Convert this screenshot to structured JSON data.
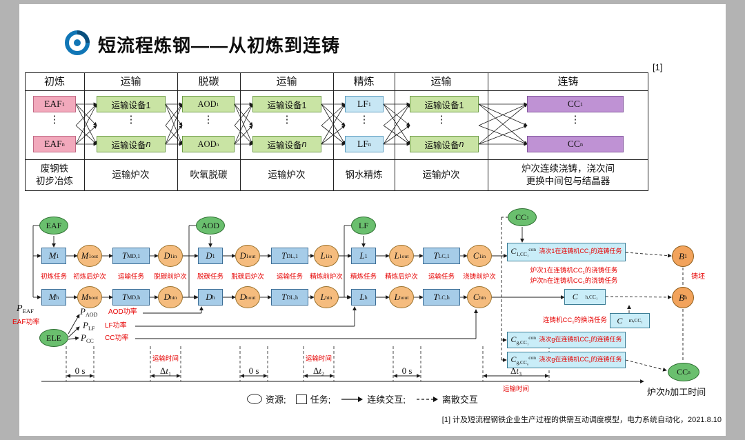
{
  "slide": {
    "title": "短流程炼钢——从初炼到连铸",
    "ref_marker": "[1]",
    "footnote": "[1] 计及短流程钢铁企业生产过程的供需互动调度模型，电力系统自动化，2021.8.10"
  },
  "colors": {
    "eaf_box": "#f2a9bc",
    "green_box": "#c9e4a4",
    "lf_box": "#c7e6f4",
    "cc_box": "#bf92d4",
    "task_box": "#a6cce8",
    "node_circle": "#f5bc7e",
    "resource_circle": "#6abf6e",
    "billet_circle": "#f2a35c",
    "cast_box": "#c9edf8",
    "annotation_red": "#e60000"
  },
  "table": {
    "dots": "⋮",
    "headers": [
      "初炼",
      "运输",
      "脱碳",
      "运输",
      "精炼",
      "运输",
      "连铸"
    ],
    "row1": [
      "EAF<sub>1</sub>",
      "运输设备1",
      "AOD<sub>1</sub>",
      "运输设备1",
      "LF<sub>1</sub>",
      "运输设备1",
      "CC<sub>1</sub>"
    ],
    "row2": [
      "EAF<sub>n</sub>",
      "运输设备<i>n</i>",
      "AOD<sub>n</sub>",
      "运输设备<i>n</i>",
      "LF<sub>n</sub>",
      "运输设备<i>n</i>",
      "CC<sub>n</sub>"
    ],
    "footers": [
      "废钢铁<br>初步冶炼",
      "运输炉次",
      "吹氧脱碳",
      "运输炉次",
      "钢水精炼",
      "运输炉次",
      "炉次连续浇铸，浇次间<br>更换中间包与结晶器"
    ]
  },
  "diagram": {
    "resources": {
      "eaf": "EAF",
      "aod": "AOD",
      "lf": "LF",
      "ele": "ELE",
      "cc1": "CC<sub>1</sub>",
      "ccn": "CC<sub>n</sub>",
      "b1": "B<sub>1</sub>",
      "bh": "B<sub>h</sub>"
    },
    "row1": {
      "m": "M<sub>1</sub>",
      "m_out": "M<sub>1</sub><sup>out</sup>",
      "t_md": "T<sub>MD,1</sub>",
      "d_in": "D<sub>1</sub><sup>in</sup>",
      "d": "D<sub>1</sub>",
      "d_out": "D<sub>1</sub><sup>out</sup>",
      "t_dl": "T<sub>DL,1</sub>",
      "l_in": "L<sub>1</sub><sup>in</sup>",
      "l": "L<sub>1</sub>",
      "l_out": "L<sub>1</sub><sup>out</sup>",
      "t_lc": "T<sub>LC,1</sub>",
      "c_in": "C<sub>1</sub><sup>in</sup>"
    },
    "row2": {
      "m": "M<sub>h</sub>",
      "m_out": "M<sub>h</sub><sup>out</sup>",
      "t_md": "T<sub>MD,h</sub>",
      "d_in": "D<sub>h</sub><sup>in</sup>",
      "d": "D<sub>h</sub>",
      "d_out": "D<sub>h</sub><sup>out</sup>",
      "t_dl": "T<sub>DL,h</sub>",
      "l_in": "L<sub>h</sub><sup>in</sup>",
      "l": "L<sub>h</sub>",
      "l_out": "L<sub>h</sub><sup>out</sup>",
      "t_lc": "T<sub>LC,h</sub>",
      "c_in": "C<sub>h</sub><sup>in</sup>"
    },
    "task_notes": [
      "初炼任务",
      "初炼后炉次",
      "运输任务",
      "脱碳前炉次",
      "脱碳任务",
      "脱碳后炉次",
      "运输任务",
      "精炼前炉次",
      "精炼任务",
      "精炼后炉次",
      "运输任务",
      "浇铸前炉次"
    ],
    "cast": {
      "c1cc1": "C<sub>1,CC<sub>1</sub></sub><sup>con</sup>",
      "c1cc1_note": "浇次1在连铸机CC<sub>1</sub>的连铸任务",
      "note_furnace1": "炉次1在连铸机CC<sub>1</sub>的浇铸任务",
      "note_furnaceh": "炉次h在连铸机CC<sub>1</sub>的浇铸任务",
      "chcc1": "C<sub>h,CC<sub>1</sub></sub>",
      "swap_note": "连铸机CC<sub>1</sub>的换浇任务",
      "cmcc1": "C<sub>m,CC<sub>1</sub></sub>",
      "cgcc1": "C<sub>g,CC<sub>1</sub></sub><sup>con</sup>",
      "cgcc1_note": "浇次g在连铸机CC<sub>1</sub>的连铸任务",
      "cgccn": "C<sub>g,CC<sub>n</sub></sub><sup>con</sup>",
      "cgccn_note": "浇次g在连铸机CC<sub>n</sub>的连铸任务",
      "billet_note": "铸坯"
    },
    "power": {
      "p_eaf": "P<sub>EAF</sub>",
      "eaf_note": "EAF功率",
      "p_aod": "P<sub>AOD</sub>",
      "aod_note": "AOD功率",
      "p_lf": "P<sub>LF</sub>",
      "lf_note": "LF功率",
      "p_cc": "P<sub>CC</sub>",
      "cc_note": "CC功率"
    },
    "timeline": {
      "seg1": "0 s",
      "seg2": "Δ<i>t</i><sub>1</sub>",
      "seg3": "0 s",
      "seg4": "Δ<i>t</i><sub>2</sub>",
      "seg5": "0 s",
      "seg6": "Δ<i>t</i><sub>3</sub>",
      "transport1": "运输时间",
      "transport2": "运输时间",
      "transport3": "运输时间",
      "axis_label": "炉次<i>h</i>加工时间"
    }
  },
  "legend": {
    "resource": "资源;",
    "task": "任务;",
    "continuous": "连续交互;",
    "discrete": "离散交互"
  }
}
